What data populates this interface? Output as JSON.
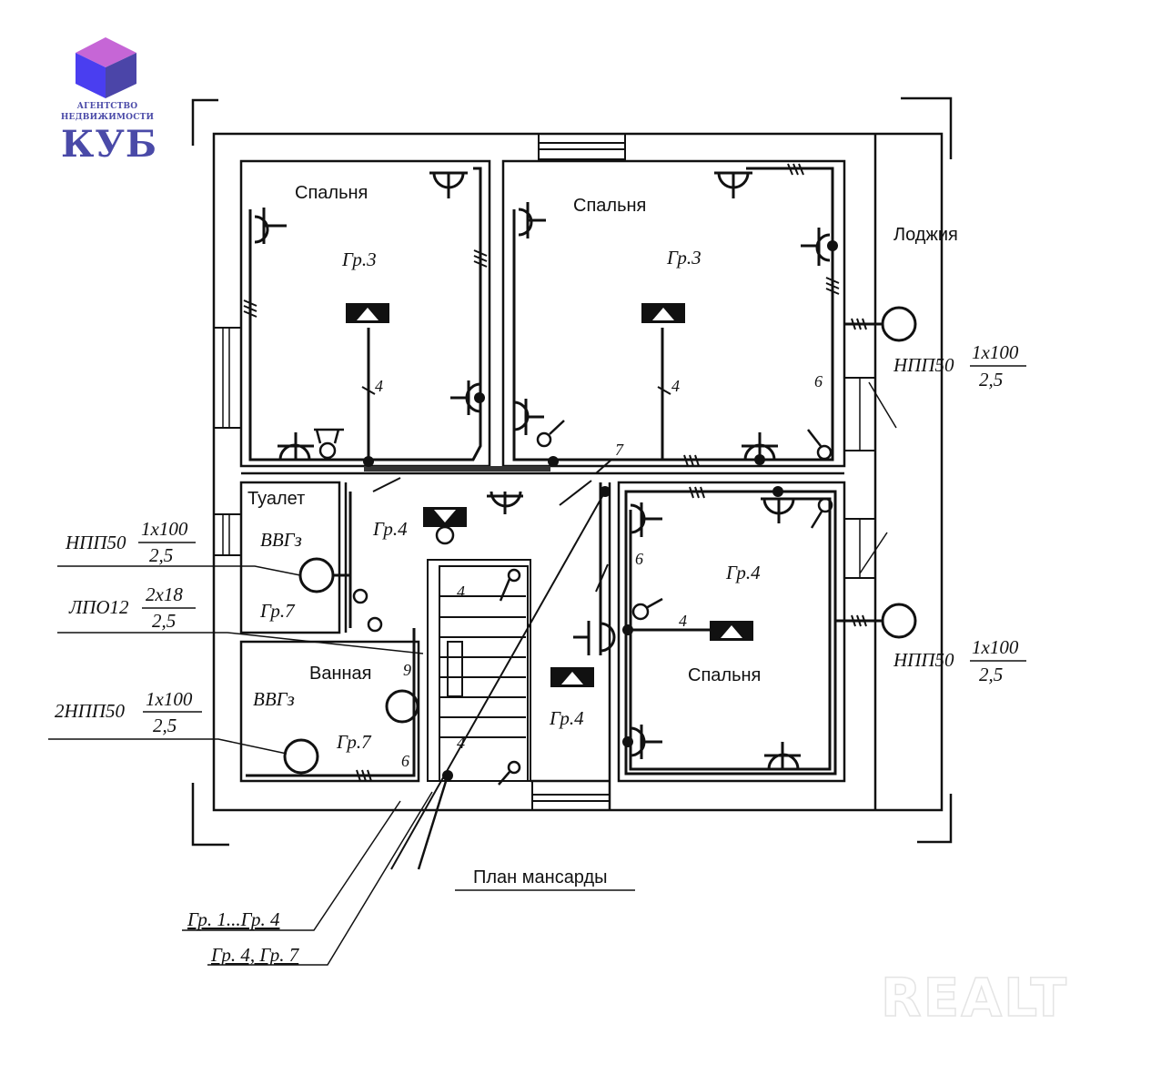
{
  "logo": {
    "line1": "АГЕНТСТВО",
    "line2": "НЕДВИЖИМОСТИ",
    "brand": "КУБ",
    "colors": {
      "top": "#c666d6",
      "left": "#4a3ef0",
      "right": "#4b45a8",
      "text": "#4a4aa8"
    }
  },
  "plan": {
    "title": "План мансарды",
    "rooms": [
      {
        "name": "Спальня",
        "group": "Гр.3"
      },
      {
        "name": "Спальня",
        "group": "Гр.3"
      },
      {
        "name": "Лоджия"
      },
      {
        "name": "Туалет",
        "cable": "ВВГз",
        "group": "Гр.7"
      },
      {
        "name": "Ванная",
        "cable": "ВВГз",
        "group": "Гр.7"
      },
      {
        "name": "Спальня",
        "group": "Гр.4"
      }
    ],
    "hall_groups": [
      "Гр.4",
      "Гр.4"
    ],
    "wire_counts": [
      "4",
      "4",
      "6",
      "7",
      "6",
      "4",
      "4",
      "4",
      "9",
      "6"
    ],
    "fixture_labels": [
      {
        "type": "НПП50",
        "numerator": "1x100",
        "denominator": "2,5"
      },
      {
        "type": "НПП50",
        "numerator": "1x100",
        "denominator": "2,5"
      },
      {
        "type": "НПП50",
        "numerator": "1x100",
        "denominator": "2,5"
      },
      {
        "type": "ЛПО12",
        "numerator": "2x18",
        "denominator": "2,5"
      },
      {
        "type": "2НПП50",
        "numerator": "1x100",
        "denominator": "2,5"
      }
    ],
    "feeder_labels": [
      "Гр. 1...Гр. 4",
      "Гр. 4, Гр. 7"
    ]
  },
  "watermark": "Realt"
}
